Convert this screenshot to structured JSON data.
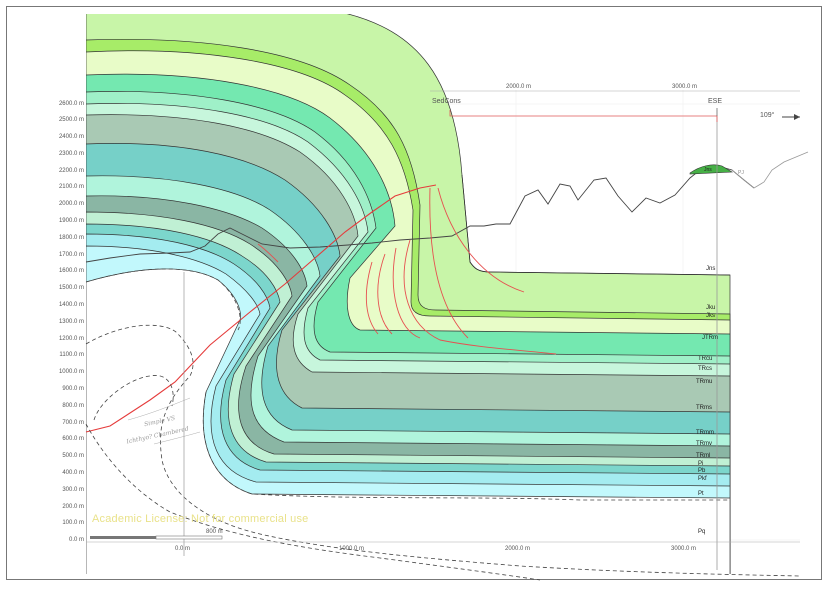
{
  "axis": {
    "depth_labels": [
      "2600.0 m",
      "2500.0 m",
      "2400.0 m",
      "2300.0 m",
      "2200.0 m",
      "2100.0 m",
      "2000.0 m",
      "1900.0 m",
      "1800.0 m",
      "1700.0 m",
      "1600.0 m",
      "1500.0 m",
      "1400.0 m",
      "1300.0 m",
      "1200.0 m",
      "1100.0 m",
      "1000.0 m",
      "900.0 m",
      "800.0 m",
      "700.0 m",
      "600.0 m",
      "500.0 m",
      "400.0 m",
      "300.0 m",
      "200.0 m",
      "100.0 m",
      "0.0 m"
    ],
    "top_distance_labels": [
      "2000.0 m",
      "3000.0 m"
    ],
    "bottom_distance_labels": [
      "0.0 m",
      "1000.0 m",
      "2000.0 m",
      "3000.0 m"
    ],
    "scale_bar_label": "800 m"
  },
  "header": {
    "location_label": "SedCons",
    "end_direction": "ESE",
    "azimuth": "109°"
  },
  "units": [
    {
      "name": "Jns",
      "color": "#c8f5a8"
    },
    {
      "name": "Jku",
      "color": "#a7ec68"
    },
    {
      "name": "Jks",
      "color": "#e8fcc8"
    },
    {
      "name": "JTRm",
      "color": "#74e8b0"
    },
    {
      "name": "TRcu",
      "color": "#9ff0c8"
    },
    {
      "name": "TRcs",
      "color": "#c7f6dc"
    },
    {
      "name": "TRmu",
      "color": "#a9c9b4"
    },
    {
      "name": "TRms",
      "color": "#76d0c8"
    },
    {
      "name": "TRmm",
      "color": "#b0f4dc"
    },
    {
      "name": "TRmv",
      "color": "#8ab6a4"
    },
    {
      "name": "TRml",
      "color": "#c0f0d4"
    },
    {
      "name": "Pi",
      "color": "#7cd6cc"
    },
    {
      "name": "Pb",
      "color": "#a4ecf0"
    },
    {
      "name": "Pkf",
      "color": "#c2f8fc"
    },
    {
      "name": "Pt",
      "color": "#ffffff"
    },
    {
      "name": "Pq",
      "color": "#ffffff"
    }
  ],
  "peak_label": "Jns",
  "side_label": "PJ",
  "notes": {
    "handwritten_1": "Simple VS",
    "handwritten_2": "Ichthyo? Chambered"
  },
  "watermark": "Academic License: Not for commercial use"
}
